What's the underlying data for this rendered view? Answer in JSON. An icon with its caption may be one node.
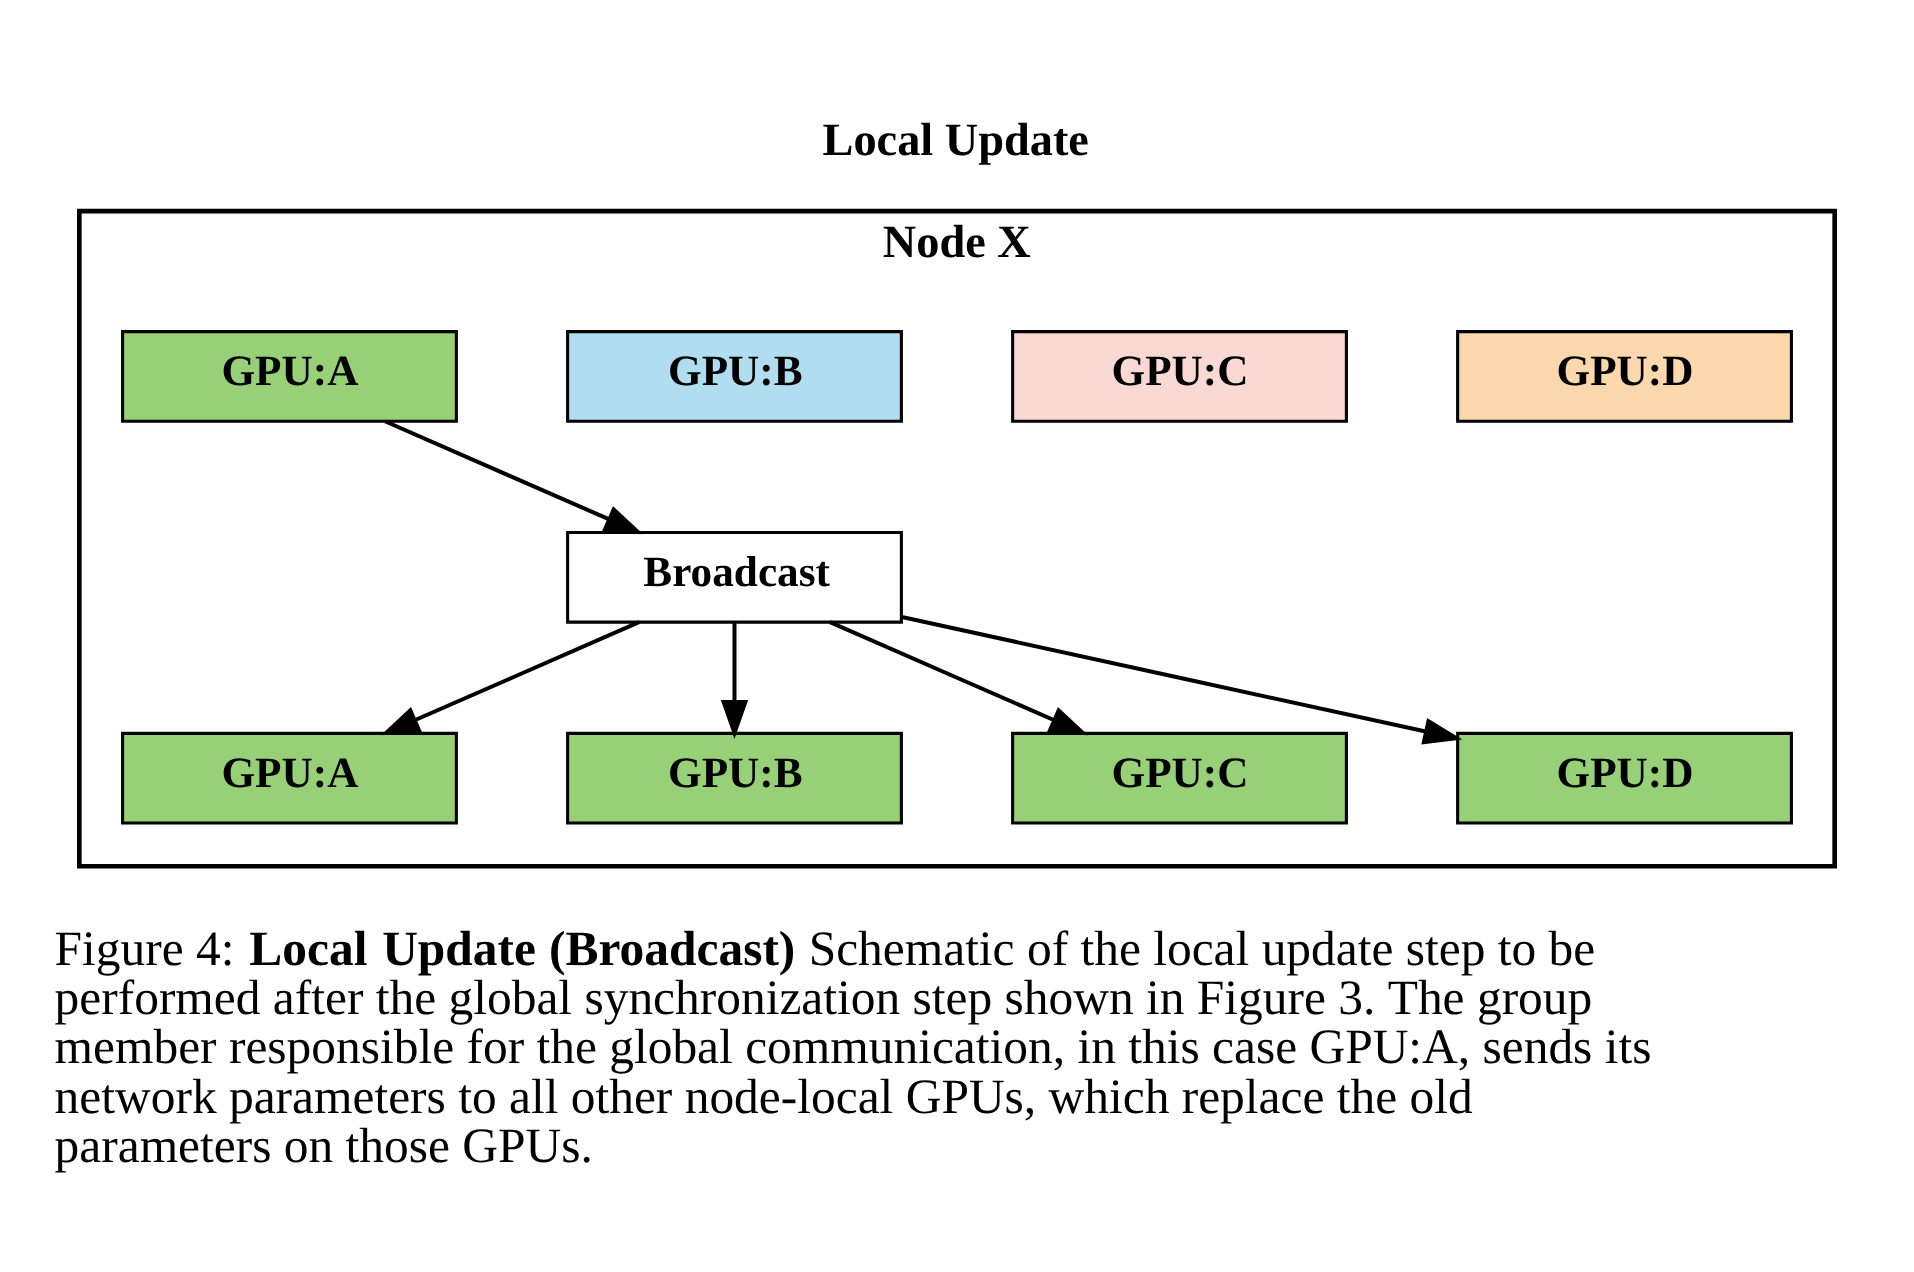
{
  "diagram": {
    "title": "Local Update",
    "caption": "Figure 4: **Local Update (Broadcast)** Schematic of the local update step to be performed after the global synchronization step shown in Figure 3. The group member responsible for the global communication, in this case GPU:A, sends its network parameters to all other node-local GPUs, which replace the old parameters on those GPUs.",
    "nodes": [
      {
        "text": [
          "Node X"
        ]
      },
      {
        "text": [
          "GPU:A"
        ],
        "in": 0
      },
      {
        "text": [
          "GPU:B"
        ],
        "in": 0
      },
      {
        "text": [
          "GPU:C"
        ],
        "in": 0
      },
      {
        "text": [
          "GPU:D"
        ],
        "in": 0
      },
      {
        "text": [
          "Broadcast"
        ],
        "in": 0
      },
      {
        "text": [
          "GPU:A"
        ],
        "in": 0
      },
      {
        "text": [
          "GPU:B"
        ],
        "in": 0
      },
      {
        "text": [
          "GPU:C"
        ],
        "in": 0
      },
      {
        "text": [
          "GPU:D"
        ],
        "in": 0
      }
    ],
    "edges": [
      {
        "from": 1,
        "to": 5,
        "arrow": "to"
      },
      {
        "from": 5,
        "to": 6,
        "arrow": "to"
      },
      {
        "from": 5,
        "to": 7,
        "arrow": "to"
      },
      {
        "from": 5,
        "to": 8,
        "arrow": "to"
      },
      {
        "from": 5,
        "to": 9,
        "arrow": "to"
      }
    ]
  }
}
